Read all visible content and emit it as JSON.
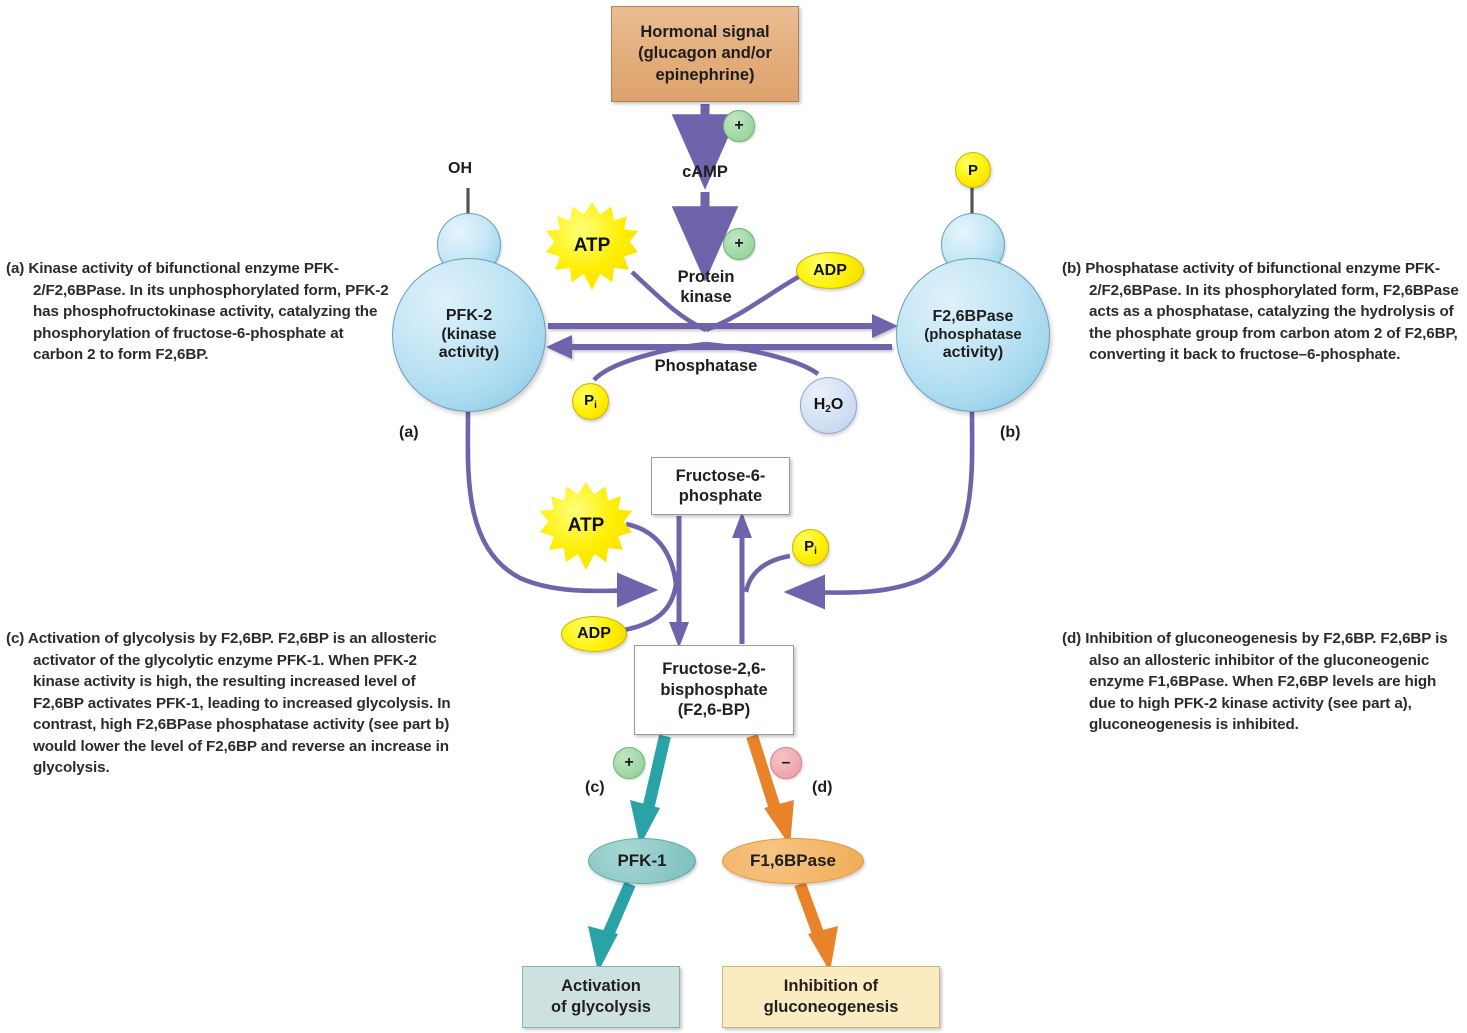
{
  "colors": {
    "arrow_purple": "#6f64ab",
    "hormone_tan": "#e3ad7b",
    "enzyme_blue": "#a6d8ee",
    "atp_yellow": "#ffee00",
    "teal": "#2aa3a8",
    "orange": "#e8832a",
    "plus_green": "#8ccf93",
    "minus_pink": "#eb9ba2",
    "activation_box": "#cde1e1",
    "inhibition_box": "#faecc0"
  },
  "captions": {
    "a": {
      "marker": "(a)",
      "lead": "Kinase activity of bifunctional enzyme PFK-2/F2,6BPase.",
      "body": "In its unphosphorylated form, PFK-2 has phosphofructokinase activity, catalyzing the phosphorylation of fructose-6-phosphate at carbon 2 to form F2,6BP."
    },
    "b": {
      "marker": "(b)",
      "lead": "Phosphatase activity of bifunctional enzyme PFK-2/F2,6BPase.",
      "body": "In its phosphorylated form, F2,6BPase acts as a phosphatase, catalyzing the hydrolysis of the phosphate group from carbon atom 2 of F2,6BP, converting it back to fructose–6-phosphate."
    },
    "c": {
      "marker": "(c)",
      "lead": "Activation of glycolysis by F2,6BP.",
      "body": "F2,6BP is an allosteric activator of the glycolytic enzyme PFK-1. When PFK-2 kinase activity is high, the resulting increased level of F2,6BP activates PFK-1, leading to increased glycolysis. In contrast, high F2,6BPase phosphatase activity (see part b) would lower the level of F2,6BP and reverse an increase in glycolysis."
    },
    "d": {
      "marker": "(d)",
      "lead": "Inhibition of gluconeogenesis by F2,6BP.",
      "body": "F2,6BP is also an allosteric inhibitor of the gluconeogenic enzyme F1,6BPase. When F2,6BP levels are high due to high PFK-2 kinase activity (see part a), gluconeogenesis is inhibited."
    }
  },
  "diagram": {
    "hormonal_signal": "Hormonal signal (glucagon and/or epinephrine)",
    "hormonal_signal_line1": "Hormonal signal",
    "hormonal_signal_line2": "(glucagon and/or",
    "hormonal_signal_line3": "epinephrine)",
    "camp": "cAMP",
    "protein_kinase_line1": "Protein",
    "protein_kinase_line2": "kinase",
    "phosphatase": "Phosphatase",
    "oh_label": "OH",
    "p_label": "P",
    "pfk2_line1": "PFK-2",
    "pfk2_line2": "(kinase",
    "pfk2_line3": "activity)",
    "f26bpase_line1": "F2,6BPase",
    "f26bpase_line2": "(phosphatase",
    "f26bpase_line3": "activity)",
    "marker_a": "(a)",
    "marker_b": "(b)",
    "marker_c": "(c)",
    "marker_d": "(d)",
    "atp": "ATP",
    "adp": "ADP",
    "pi": "P",
    "pi_sub": "i",
    "h2o": "H",
    "h2o_sub": "2",
    "h2o_tail": "O",
    "f6p_line1": "Fructose-6-",
    "f6p_line2": "phosphate",
    "f26bp_line1": "Fructose-2,6-",
    "f26bp_line2": "bisphosphate",
    "f26bp_line3": "(F2,6-BP)",
    "plus_sign": "+",
    "minus_sign": "–",
    "pfk1": "PFK-1",
    "f16bpase": "F1,6BPase",
    "activation_line1": "Activation",
    "activation_line2": "of glycolysis",
    "inhibition_line1": "Inhibition of",
    "inhibition_line2": "gluconeogenesis"
  }
}
